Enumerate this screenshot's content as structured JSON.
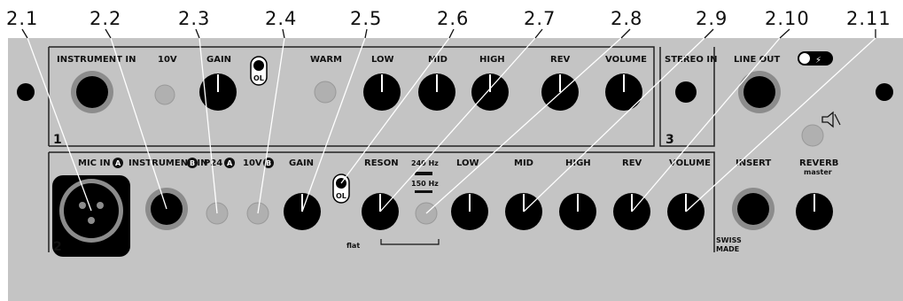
{
  "callouts": [
    "2.1",
    "2.2",
    "2.3",
    "2.4",
    "2.5",
    "2.6",
    "2.7",
    "2.8",
    "2.9",
    "2.10",
    "2.11"
  ],
  "channel1": {
    "number": "1",
    "labels": {
      "instrument_in": "INSTRUMENT IN",
      "v10": "10V",
      "gain": "GAIN",
      "ol": "OL",
      "warm": "WARM",
      "low": "LOW",
      "mid": "MID",
      "high": "HIGH",
      "rev": "REV",
      "volume": "VOLUME"
    }
  },
  "channel3": {
    "number": "3",
    "labels": {
      "stereo_in": "STEREO IN"
    }
  },
  "master": {
    "labels": {
      "line_out": "LINE OUT",
      "insert": "INSERT",
      "reverb": "REVERB",
      "reverb_sub": "master",
      "swiss": "SWISS",
      "made": "MADE"
    }
  },
  "channel2": {
    "number": "2",
    "labels": {
      "mic_in": "MIC IN",
      "badge_a": "A",
      "instrument_in": "INSTRUMENT IN",
      "badge_b": "B",
      "p24": "P24",
      "v10": "10V",
      "gain": "GAIN",
      "ol": "OL",
      "reson": "RESON",
      "hz240": "240 Hz",
      "hz150": "150 Hz",
      "flat": "flat",
      "low": "LOW",
      "mid": "MID",
      "high": "HIGH",
      "rev": "REV",
      "volume": "VOLUME"
    }
  },
  "colors": {
    "panel": "#c4c4c4",
    "knob": "#0a0a0a",
    "jack_ring": "#8c8c8c",
    "led": "#b0b0b0"
  }
}
